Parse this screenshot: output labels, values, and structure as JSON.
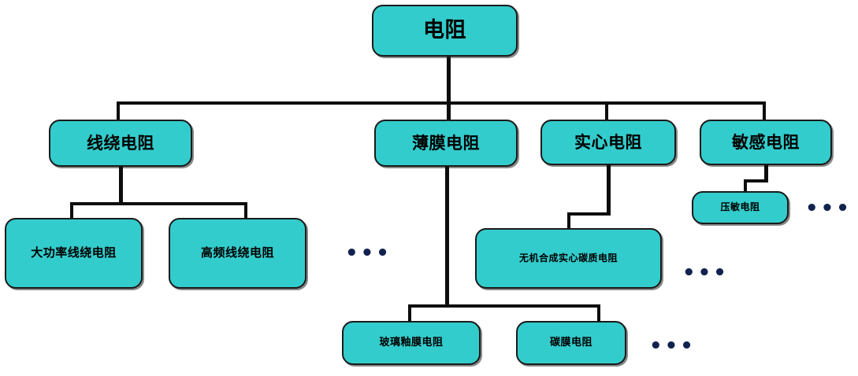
{
  "diagram": {
    "title_fragment": "",
    "colors": {
      "node_fill": "#33CCCC",
      "node_border": "#1a1a1a",
      "connector": "#0d0d0d",
      "ellipsis": "#12224f",
      "clipped_text": "#1F3A93"
    },
    "root": {
      "label": "电阻"
    },
    "level2": [
      {
        "label": "线绕电阻"
      },
      {
        "label": "薄膜电阻"
      },
      {
        "label": "实心电阻"
      },
      {
        "label": "敏感电阻"
      }
    ],
    "level3": {
      "wirewound": [
        {
          "label": "大功率线绕电阻"
        },
        {
          "label": "高频线绕电阻"
        }
      ],
      "film": [
        {
          "label": "玻璃釉膜电阻"
        },
        {
          "label": "碳膜电阻"
        }
      ],
      "solid": [
        {
          "label": "无机合成实心碳质电阻"
        }
      ],
      "sensitive": [
        {
          "label": "压敏电阻"
        }
      ]
    },
    "ellipses": {
      "wirewound": "•••",
      "film": "•••",
      "solid": "•••",
      "sensitive": "•••"
    }
  }
}
